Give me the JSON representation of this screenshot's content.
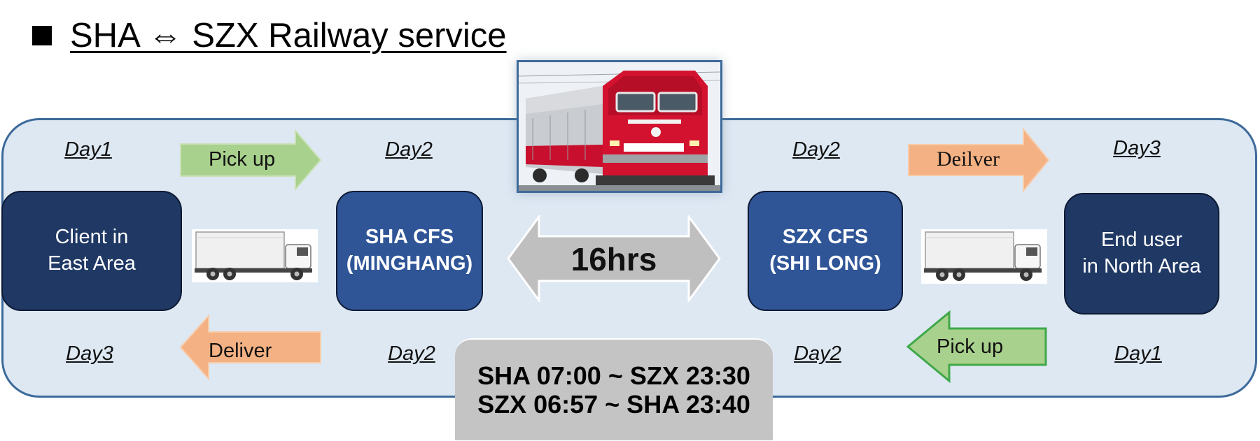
{
  "title": "SHA ⇔ SZX Railway service",
  "days": {
    "top_left": "Day1",
    "top_sha": "Day2",
    "top_szx": "Day2",
    "top_right": "Day3",
    "bottom_left": "Day3",
    "bottom_sha": "Day2",
    "bottom_szx": "Day2",
    "bottom_right": "Day1"
  },
  "nodes": {
    "client": [
      "Client in",
      "East Area"
    ],
    "sha_cfs": [
      "SHA CFS",
      "(MINGHANG)"
    ],
    "szx_cfs": [
      "SZX CFS",
      "(SHI LONG)"
    ],
    "end_user": [
      "End user",
      "in North Area"
    ]
  },
  "arrows": {
    "pickup_left": "Pick up",
    "deliver_left": "Deliver",
    "deliver_right": "Deilver",
    "pickup_right": "Pick up",
    "duration": "16hrs"
  },
  "schedule": [
    "SHA 07:00 ~ SZX 23:30",
    "SZX 06:57 ~ SHA 23:40"
  ],
  "colors": {
    "panel_bg": "#dde8f3",
    "panel_border": "#3d6a9a",
    "box_dark": "#1f3864",
    "box_mid": "#2f5597",
    "pickup_arrow": "#a9d18e",
    "deliver_arrow": "#f4b183",
    "duration_arrow": "#bfbfbf",
    "schedule_bg": "#c4c4c4"
  },
  "icons": {
    "title_bullet": "black-square-bullet",
    "truck": "box-truck-icon",
    "train": "electric-locomotive-photo"
  }
}
